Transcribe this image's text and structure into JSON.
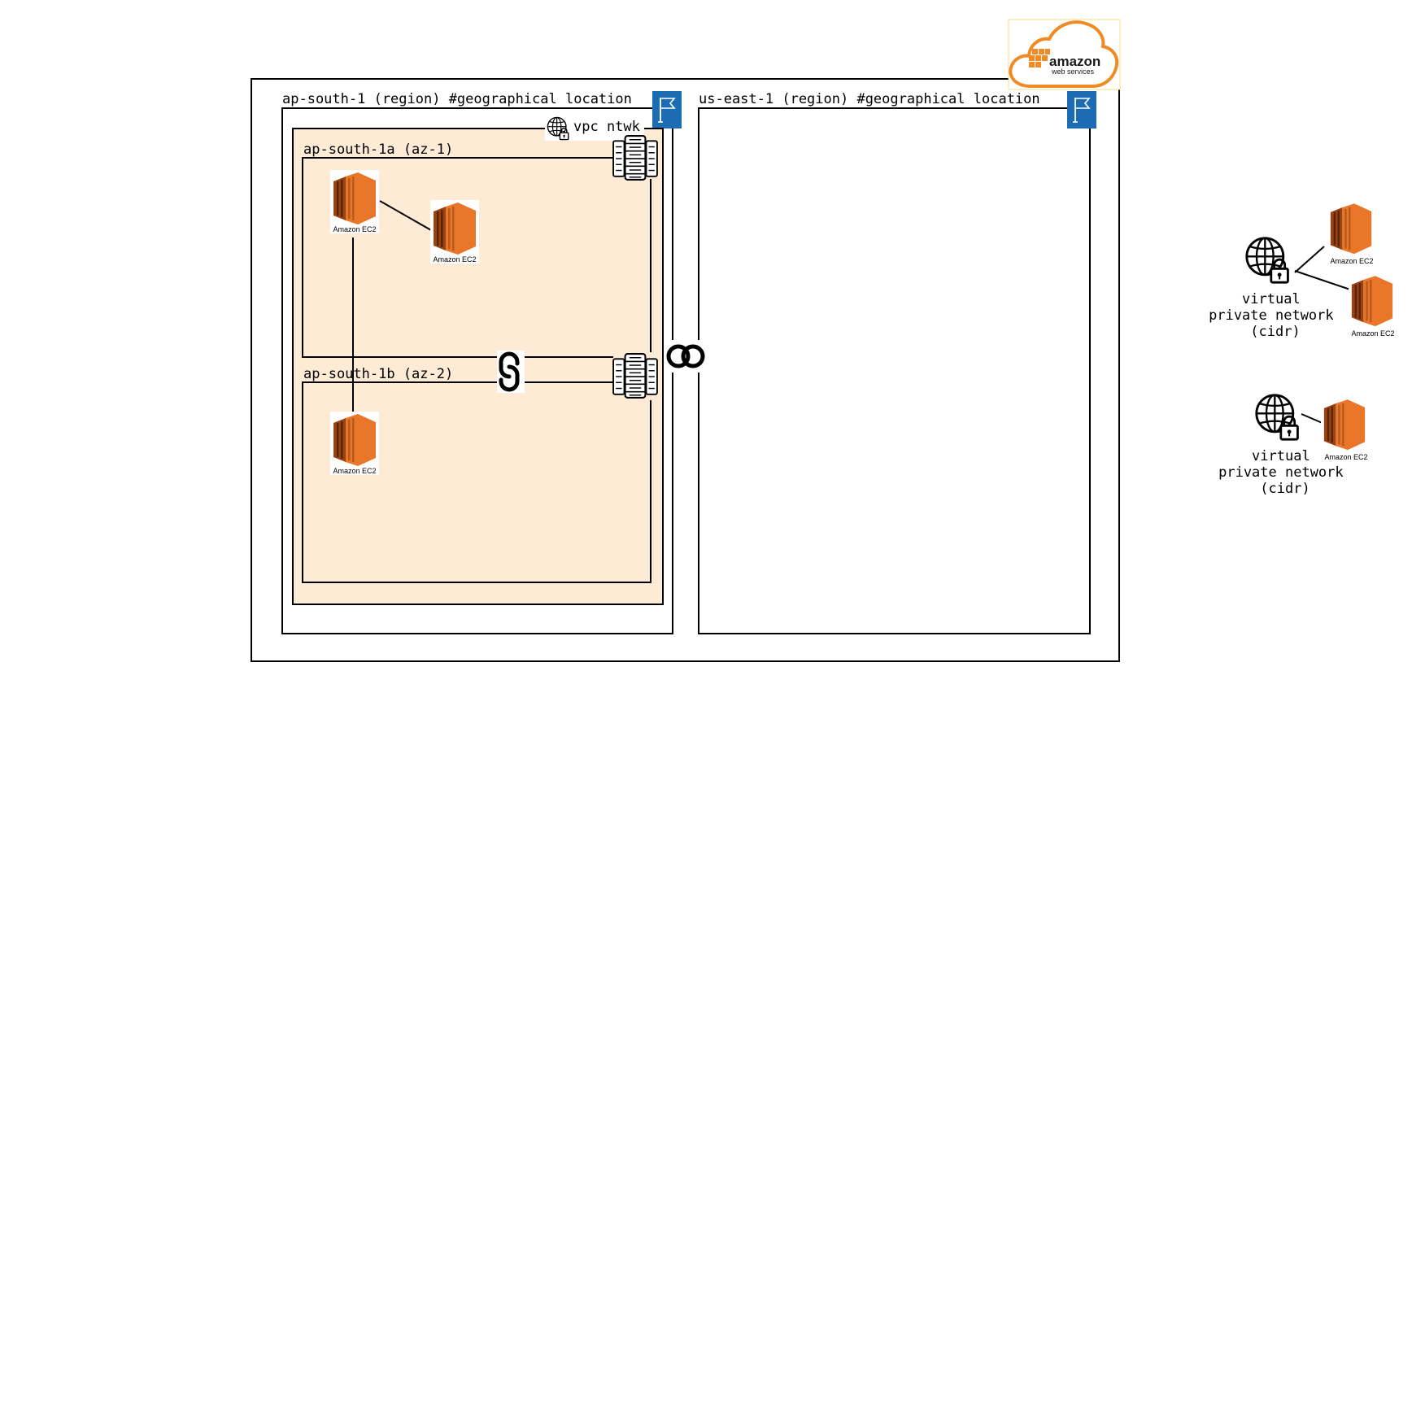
{
  "regions": [
    {
      "label": "ap-south-1 (region) #geographical location"
    },
    {
      "label": "us-east-1 (region) #geographical location"
    }
  ],
  "vpc": {
    "label": "vpc ntwk"
  },
  "azs": [
    {
      "label": "ap-south-1a (az-1)"
    },
    {
      "label": "ap-south-1b (az-2)"
    }
  ],
  "ec2": {
    "label": "Amazon EC2"
  },
  "legend": {
    "vpn1": {
      "lines": [
        "virtual",
        "private network",
        "(cidr)"
      ]
    },
    "vpn2": {
      "lines": [
        "virtual",
        "private network",
        "(cidr)"
      ]
    }
  },
  "logo": {
    "word": "amazon",
    "sub": "web services"
  },
  "colors": {
    "vpc_fill": "#FDEBD6",
    "ec2_orange": "#E97629",
    "ec2_dark": "#9A4312",
    "region_flag_blue": "#1C6CB3",
    "logo_orange": "#F08A24"
  }
}
